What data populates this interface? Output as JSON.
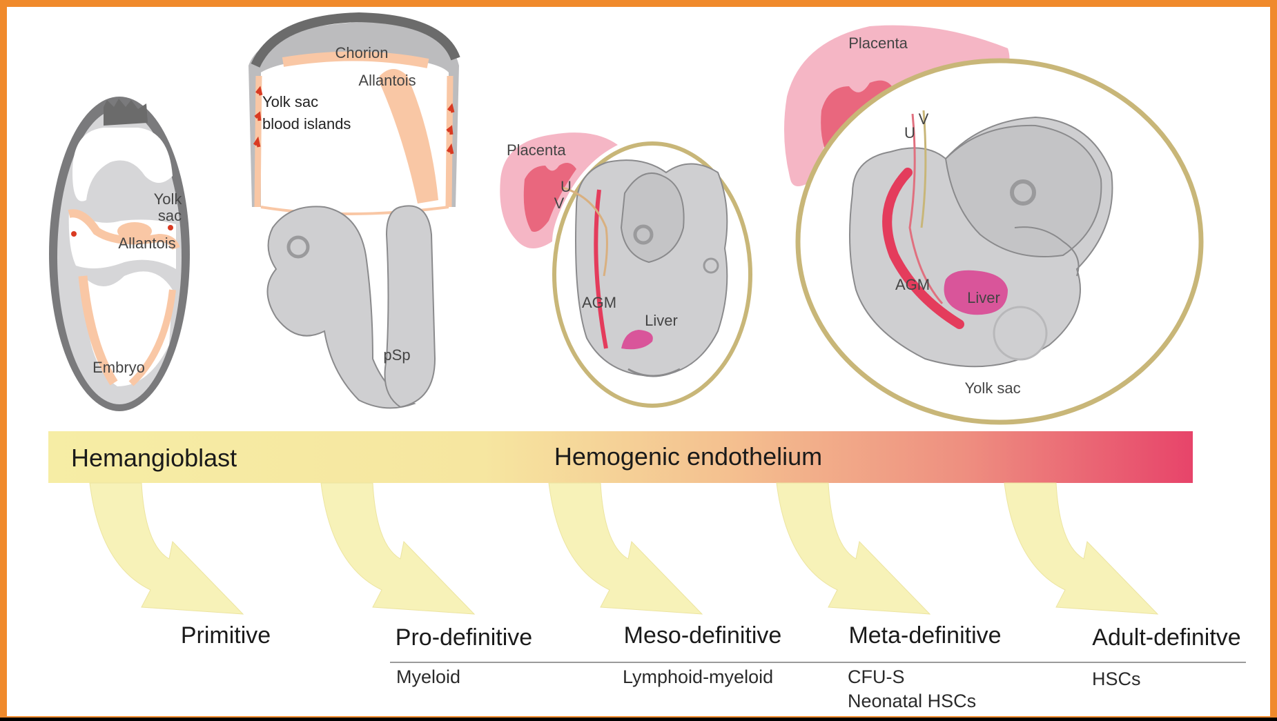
{
  "colors": {
    "frame": "#f08a2c",
    "background": "#ffffff",
    "embryo_gray": "#cfcfd1",
    "embryo_outline": "#8a8a8c",
    "dark_gray": "#6b6b6b",
    "peach": "#f9c7a5",
    "blood_red": "#d93a22",
    "placenta_pink": "#f5b6c5",
    "placenta_dark": "#e9677e",
    "liver_magenta": "#d9559a",
    "agm_red": "#e43c5c",
    "yolk_sac_ring": "#c8b678",
    "bar_start": "#f6eda5",
    "bar_end": "#e7446a",
    "arrow_fill": "#f7f2b8"
  },
  "stage1": {
    "label_yolk": "Yolk",
    "label_sac": "sac",
    "label_allantois": "Allantois",
    "label_embryo": "Embryo"
  },
  "stage2": {
    "label_chorion": "Chorion",
    "label_allantois": "Allantois",
    "label_yolk_sac": "Yolk sac",
    "label_blood_islands": "blood islands",
    "label_psp": "pSp"
  },
  "stage3": {
    "label_placenta": "Placenta",
    "label_u": "U",
    "label_v": "V",
    "label_agm": "AGM",
    "label_liver": "Liver"
  },
  "stage4": {
    "label_placenta": "Placenta",
    "label_u": "U",
    "label_v": "V",
    "label_agm": "AGM",
    "label_liver": "Liver",
    "label_yolk_sac": "Yolk sac"
  },
  "bar": {
    "left_label": "Hemangioblast",
    "center_label": "Hemogenic endothelium"
  },
  "waves": [
    {
      "title": "Primitive",
      "lines": []
    },
    {
      "title": "Pro-definitive",
      "lines": [
        "Myeloid"
      ]
    },
    {
      "title": "Meso-definitive",
      "lines": [
        "Lymphoid-myeloid"
      ]
    },
    {
      "title": "Meta-definitive",
      "lines": [
        "CFU-S",
        "Neonatal HSCs"
      ]
    },
    {
      "title": "Adult-definitve",
      "lines": [
        "HSCs"
      ]
    }
  ]
}
